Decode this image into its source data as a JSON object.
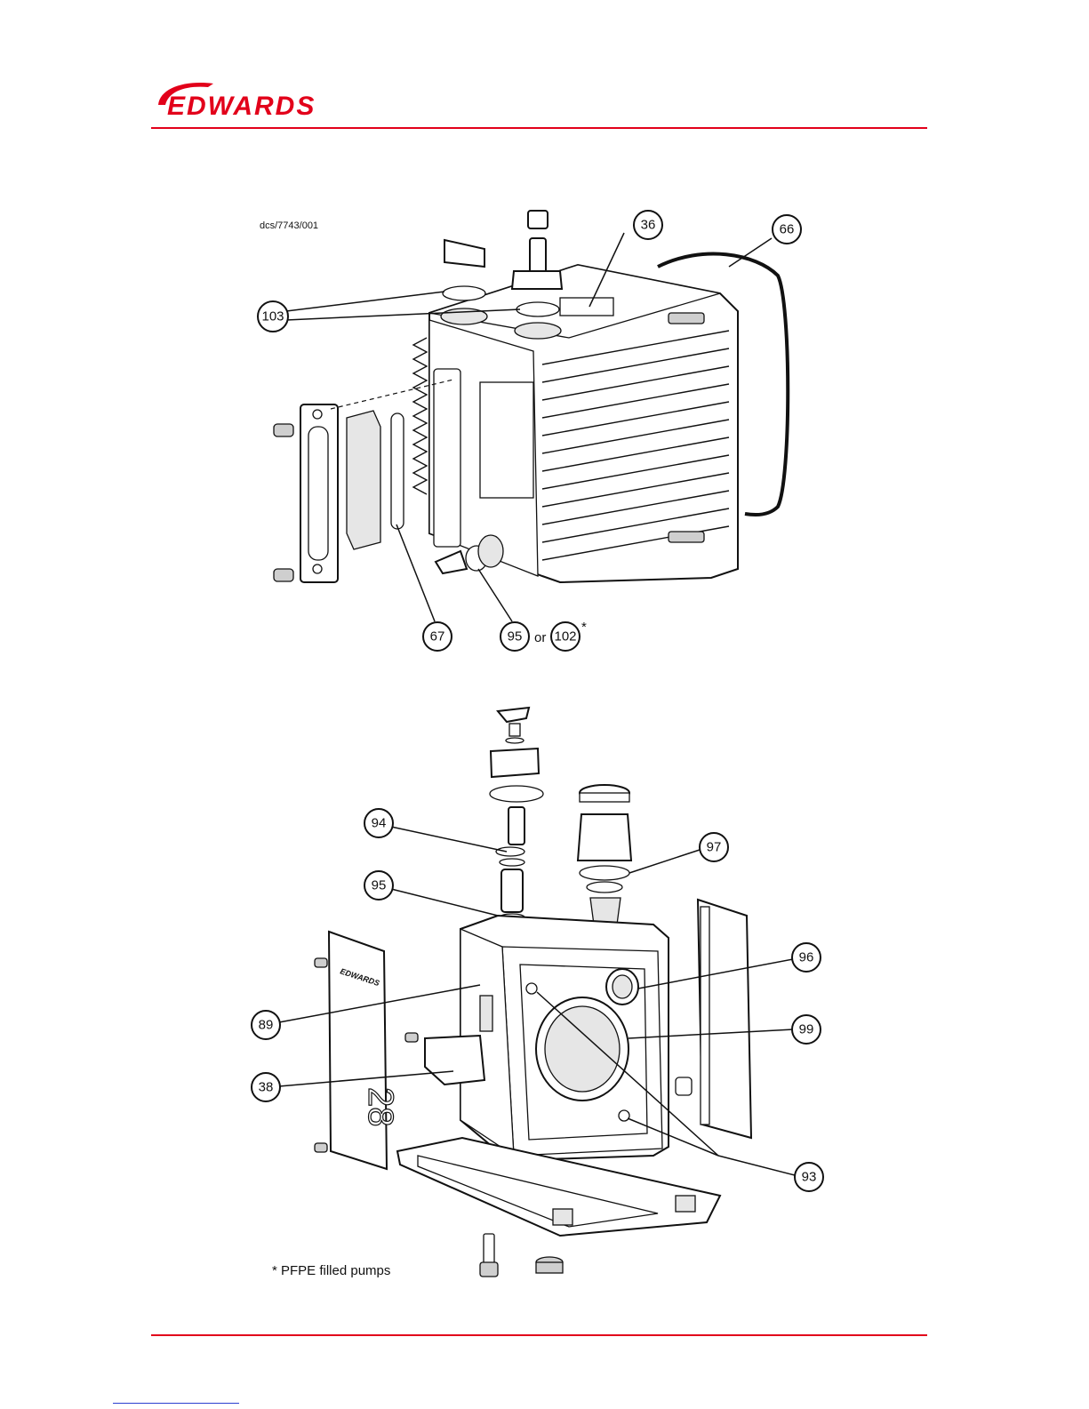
{
  "brand": {
    "name": "EDWARDS",
    "color": "#e2001a"
  },
  "doc_ref": "dcs/7743/001",
  "footnote": "* PFPE filled pumps",
  "callouts_top": [
    {
      "label": "36"
    },
    {
      "label": "66"
    },
    {
      "label": "103"
    },
    {
      "label": "67"
    },
    {
      "label": "95"
    },
    {
      "label": "102"
    }
  ],
  "or_text": "or",
  "asterisk": "*",
  "callouts_bottom": [
    {
      "label": "94"
    },
    {
      "label": "97"
    },
    {
      "label": "95"
    },
    {
      "label": "96"
    },
    {
      "label": "89"
    },
    {
      "label": "99"
    },
    {
      "label": "38"
    },
    {
      "label": "93"
    }
  ],
  "plate_number": "28",
  "plate_brand": "EDWARDS"
}
